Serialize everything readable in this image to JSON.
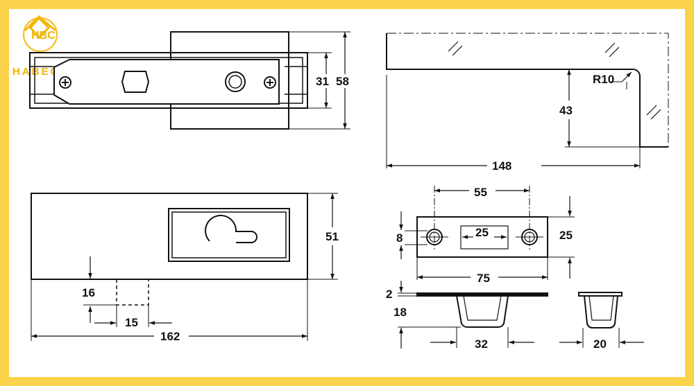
{
  "logo": {
    "mark": "HBC",
    "text": "HABECO",
    "color": "#f2b705"
  },
  "colors": {
    "frame": "#fbd34a",
    "line": "#111111",
    "background": "#ffffff"
  },
  "dimensions": {
    "top_left": {
      "inner_height": "31",
      "outer_height": "58"
    },
    "top_right": {
      "radius": "R10",
      "height": "43",
      "length": "148"
    },
    "bottom_left": {
      "height": "51",
      "slot_depth": "16",
      "slot_width": "15",
      "length": "162"
    },
    "bottom_right": {
      "hole_spacing": "55",
      "slot_length": "25",
      "hole_diameter": "8",
      "plate_height": "25",
      "plate_length": "75",
      "plate_thickness": "2",
      "cup_depth": "18",
      "cup_width": "32",
      "side_width": "20"
    }
  }
}
